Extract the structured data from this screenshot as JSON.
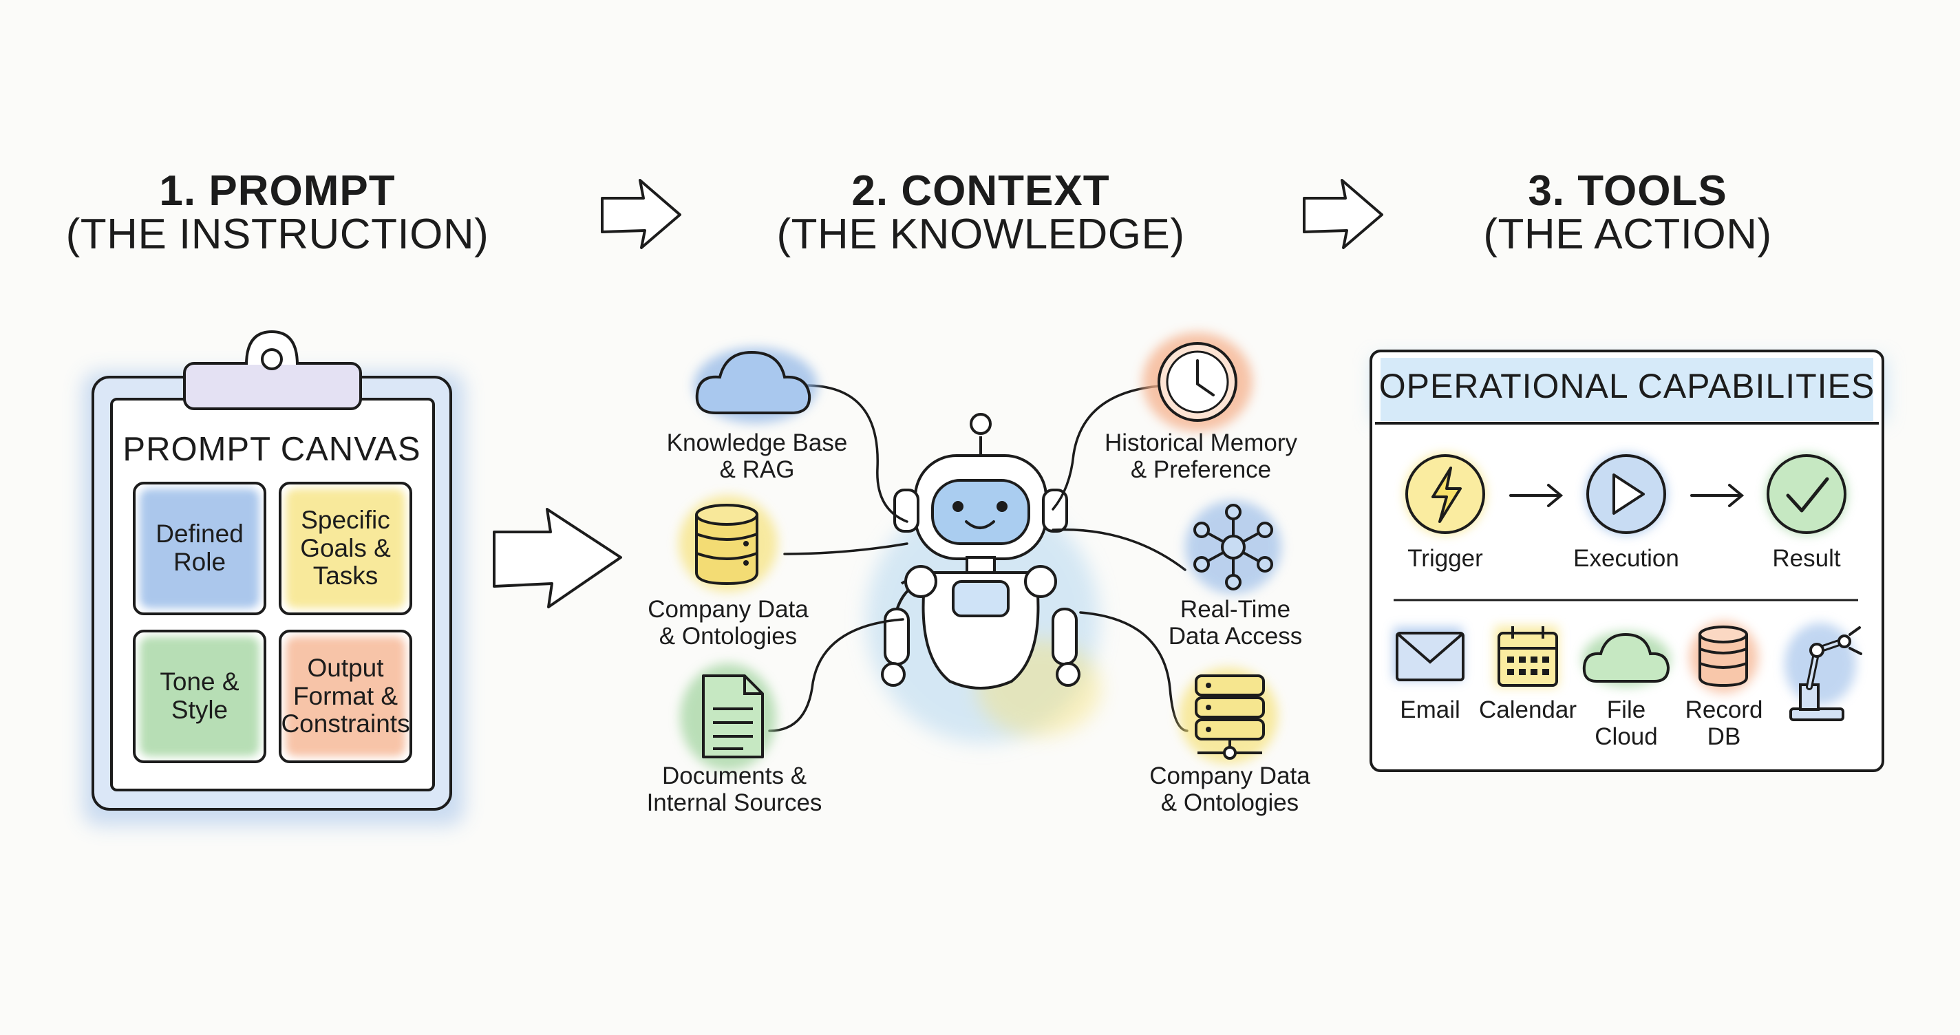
{
  "colors": {
    "blue": "#8fb5e6",
    "yellow": "#f6e27a",
    "green": "#9fd39c",
    "orange": "#f5b08b",
    "ink": "#1c1c1c"
  },
  "sections": [
    {
      "title": "1. PROMPT",
      "subtitle": "(THE INSTRUCTION)"
    },
    {
      "title": "2. CONTEXT",
      "subtitle": "(THE KNOWLEDGE)"
    },
    {
      "title": "3. TOOLS",
      "subtitle": "(THE ACTION)"
    }
  ],
  "prompt_canvas": {
    "title": "PROMPT CANVAS",
    "cells": [
      {
        "label": "Defined\nRole",
        "color": "#8fb5e6"
      },
      {
        "label": "Specific\nGoals &\nTasks",
        "color": "#f6e27a"
      },
      {
        "label": "Tone &\nStyle",
        "color": "#9fd39c"
      },
      {
        "label": "Output\nFormat &\nConstraints",
        "color": "#f5b08b"
      }
    ]
  },
  "context": {
    "sources": [
      {
        "label": "Knowledge Base\n& RAG",
        "icon": "cloud-icon"
      },
      {
        "label": "Company Data\n& Ontologies",
        "icon": "database-icon"
      },
      {
        "label": "Documents &\nInternal Sources",
        "icon": "document-icon"
      },
      {
        "label": "Historical Memory\n& Preference",
        "icon": "clock-icon"
      },
      {
        "label": "Real-Time\nData Access",
        "icon": "network-icon"
      },
      {
        "label": "Company Data\n& Ontologies",
        "icon": "server-icon"
      }
    ]
  },
  "tools": {
    "title": "OPERATIONAL CAPABILITIES",
    "flow": [
      {
        "label": "Trigger",
        "icon": "lightning-icon"
      },
      {
        "label": "Execution",
        "icon": "play-icon"
      },
      {
        "label": "Result",
        "icon": "checkmark-icon"
      }
    ],
    "items": [
      {
        "label": "Email",
        "icon": "envelope-icon"
      },
      {
        "label": "Calendar",
        "icon": "calendar-icon"
      },
      {
        "label": "File\nCloud",
        "icon": "cloud-icon"
      },
      {
        "label": "Record\nDB",
        "icon": "database-icon"
      },
      {
        "label": "",
        "icon": "robot-arm-icon"
      }
    ]
  }
}
